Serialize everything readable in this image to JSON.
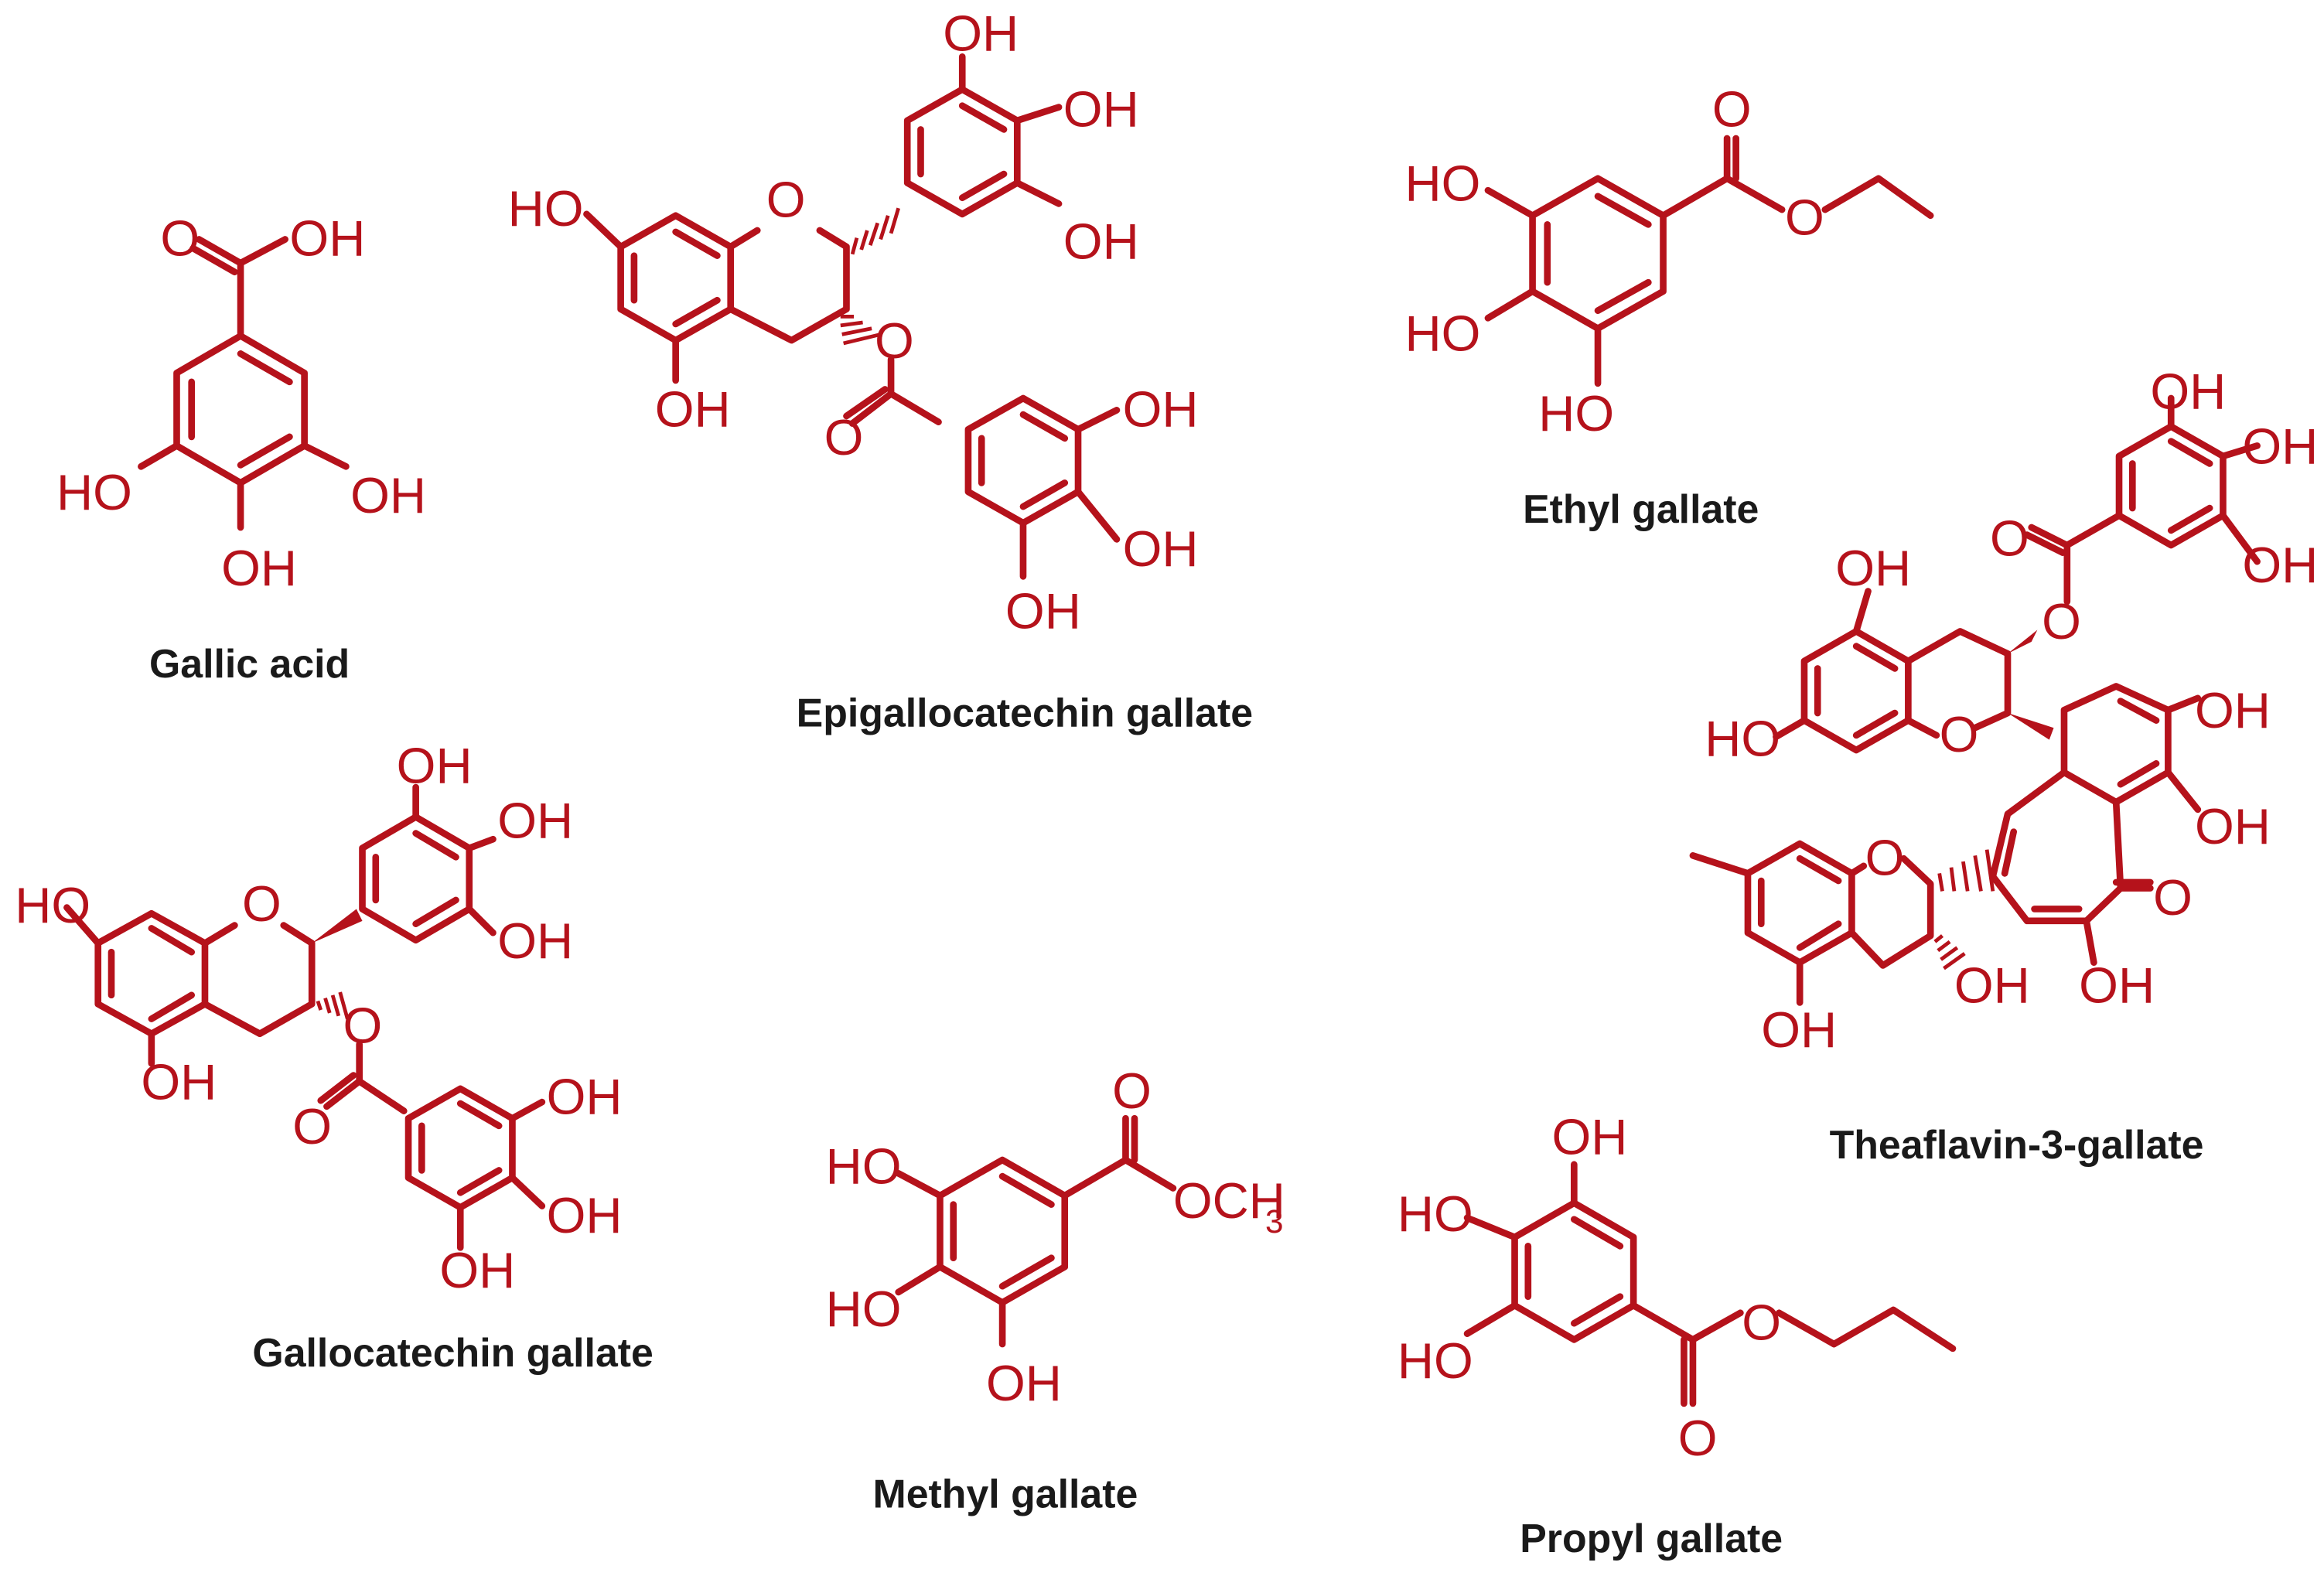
{
  "colors": {
    "structure": "#b5121b",
    "caption": "#1a1a1a",
    "background": "#ffffff"
  },
  "compounds": [
    {
      "id": "gallic",
      "name": "Gallic acid",
      "atoms": {
        "o1": "O",
        "oh1": "OH",
        "oh2": "HO",
        "oh3": "OH",
        "oh4": "OH"
      }
    },
    {
      "id": "egcg",
      "name": "Epigallocatechin gallate",
      "atoms": {
        "ho7": "HO",
        "oring": "O",
        "oh5": "OH",
        "b1": "OH",
        "b2": "OH",
        "b3": "OH",
        "oest": "O",
        "ocarb": "O",
        "g1": "OH",
        "g2": "OH",
        "g3": "OH"
      }
    },
    {
      "id": "ethyl",
      "name": "Ethyl gallate",
      "atoms": {
        "ho1": "HO",
        "ho2": "HO",
        "ho3": "HO",
        "ocarb": "O",
        "oest": "O"
      }
    },
    {
      "id": "tf3g",
      "name": "Theaflavin-3-gallate",
      "atoms": {
        "g1": "OH",
        "g2": "OH",
        "g3": "OH",
        "ocarb": "O",
        "oest": "O",
        "oh5": "OH",
        "ho7": "HO",
        "oring1": "O",
        "oh_a": "OH",
        "oh_b": "OH",
        "oketo": "O",
        "oh_c": "OH",
        "oring2": "O",
        "oh3b": "OH",
        "oh5b": "OH"
      }
    },
    {
      "id": "gcg",
      "name": "Gallocatechin gallate",
      "atoms": {
        "ho7": "HO",
        "oring": "O",
        "oh5": "OH",
        "b1": "OH",
        "b2": "OH",
        "b3": "OH",
        "oest": "O",
        "ocarb": "O",
        "g1": "OH",
        "g2": "OH",
        "g3": "OH"
      }
    },
    {
      "id": "methyl",
      "name": "Methyl gallate",
      "atoms": {
        "ho1": "HO",
        "ho2": "HO",
        "oh3": "OH",
        "ocarb": "O",
        "och": "OCH",
        "sub3": "3"
      }
    },
    {
      "id": "propyl",
      "name": "Propyl gallate",
      "atoms": {
        "oh1": "OH",
        "ho1": "HO",
        "ho2": "HO",
        "oest": "O",
        "ocarb": "O"
      }
    }
  ]
}
